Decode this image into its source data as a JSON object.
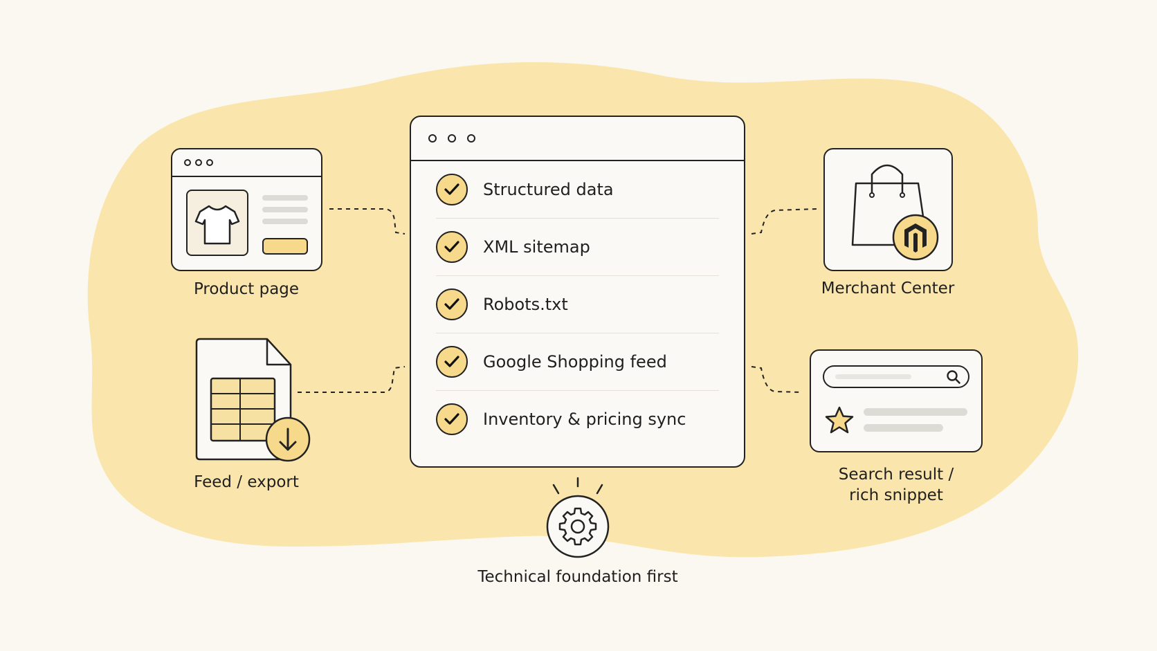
{
  "checklist": {
    "items": [
      "Structured data",
      "XML sitemap",
      "Robots.txt",
      "Google Shopping feed",
      "Inventory & pricing sync"
    ]
  },
  "nodes": {
    "product_page": {
      "label": "Product page",
      "icon": "tshirt-icon"
    },
    "feed_export": {
      "label": "Feed / export",
      "icon": "spreadsheet-file-icon"
    },
    "merchant_center": {
      "label": "Merchant Center",
      "icon": "shopping-bag-icon"
    },
    "search_result": {
      "label_line1": "Search result /",
      "label_line2": "rich snippet",
      "icon": "search-icon"
    }
  },
  "foundation": {
    "label": "Technical foundation first",
    "icon": "gear-icon"
  },
  "colors": {
    "accent": "#f7d98b",
    "blob": "#fae6ac",
    "outline": "#222222",
    "background": "#fbf8f2"
  }
}
